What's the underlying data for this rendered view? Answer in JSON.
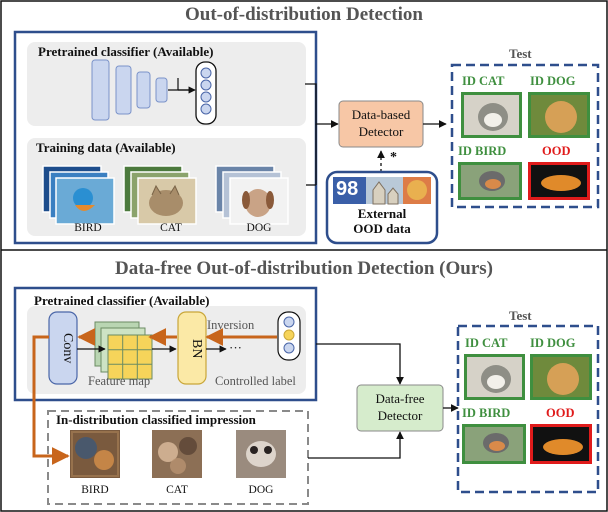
{
  "top": {
    "title": "Out-of-distribution Detection",
    "classifier_label": "Pretrained classifier (Available)",
    "training_label": "Training data (Available)",
    "classes": [
      "BIRD",
      "CAT",
      "DOG"
    ],
    "detector_label": "Data-based\nDetector",
    "star": "*",
    "external_label": "External\nOOD data",
    "ood_number": "98",
    "test_label": "Test",
    "test_items": [
      {
        "label": "ID CAT",
        "color": "#3f8f3f"
      },
      {
        "label": "ID DOG",
        "color": "#3f8f3f"
      },
      {
        "label": "ID BIRD",
        "color": "#3f8f3f"
      },
      {
        "label": "OOD",
        "color": "#e01b1b"
      }
    ]
  },
  "bottom": {
    "title": "Data-free Out-of-distribution Detection (Ours)",
    "classifier_label": "Pretrained classifier (Available)",
    "inversion_label": "Inversion",
    "conv_label": "Conv",
    "bn_label": "BN",
    "dots": "···",
    "feature_map_label": "Feature map",
    "controlled_label": "Controlled label",
    "impression_label": "In-distribution classified impression",
    "classes": [
      "BIRD",
      "CAT",
      "DOG"
    ],
    "detector_label": "Data-free\nDetector",
    "test_label": "Test",
    "test_items": [
      {
        "label": "ID CAT",
        "color": "#3f8f3f"
      },
      {
        "label": "ID DOG",
        "color": "#3f8f3f"
      },
      {
        "label": "ID BIRD",
        "color": "#3f8f3f"
      },
      {
        "label": "OOD",
        "color": "#e01b1b"
      }
    ]
  },
  "colors": {
    "panel_border": "#2e4e8c",
    "dash_border": "#2e4e8c",
    "gray_box": "#ededed",
    "net_blue": "#cad6ef",
    "detector_orange": "#f7c7a6",
    "detector_green": "#d6eccc",
    "inversion_arrow": "#c8651b",
    "bn_yellow": "#fbe9a6",
    "fm_yellow": "#f6d45a"
  }
}
